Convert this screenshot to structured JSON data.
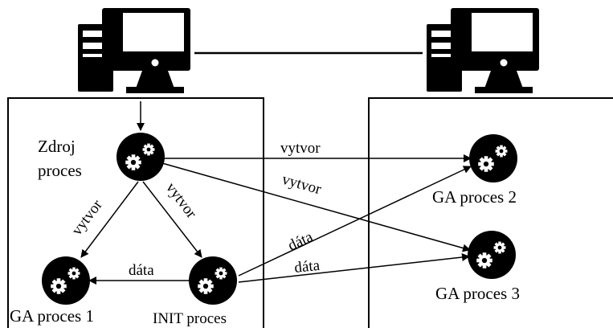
{
  "labels": {
    "source_process": [
      "Zdroj",
      "proces"
    ],
    "ga_process_1": "GA proces 1",
    "init_process": "INIT proces",
    "ga_process_2": "GA proces 2",
    "ga_process_3": "GA proces 3",
    "create_top": "vytvor",
    "create_diagonal": "vytvor",
    "create_left": "vytvor",
    "create_right": "vytvor",
    "data_to_ga1": "dáta",
    "data_to_ga2": "dáta",
    "data_to_ga3": "dáta"
  },
  "icons": {
    "computer": "desktop-computer-icon",
    "process": "gears-icon"
  },
  "colors": {
    "ink": "#000000",
    "background": "#ffffff"
  }
}
